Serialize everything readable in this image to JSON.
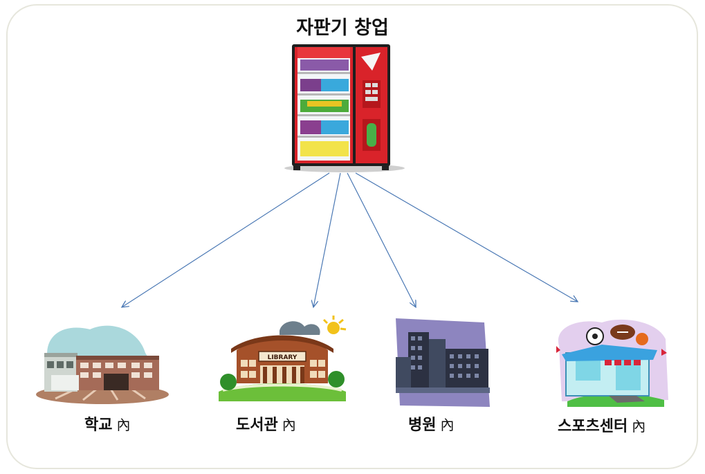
{
  "title": "자판기 창업",
  "vending_sign": "LIBRARY",
  "locations": [
    {
      "name": "학교",
      "suffix": "內",
      "icon": "school-building-icon"
    },
    {
      "name": "도서관",
      "suffix": "內",
      "icon": "library-building-icon"
    },
    {
      "name": "병원",
      "suffix": "內",
      "icon": "hospital-building-icon"
    },
    {
      "name": "스포츠센터",
      "suffix": "內",
      "icon": "sports-center-icon"
    }
  ],
  "colors": {
    "arrow": "#4a78b4",
    "frame_border": "#e6e6dc",
    "machine_red": "#d9232a"
  }
}
